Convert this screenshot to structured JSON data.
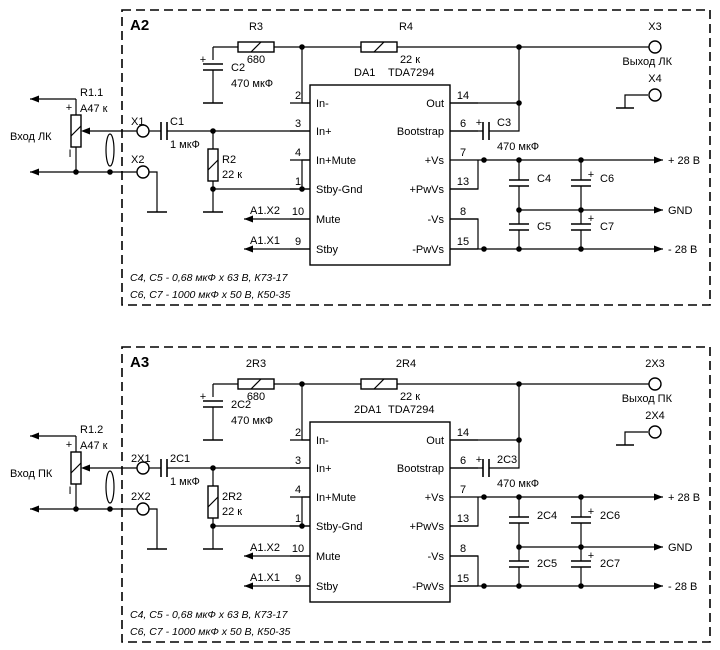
{
  "channels": [
    {
      "frame_label": "A2",
      "R3": "R3",
      "R3_val": "680",
      "R4": "R4",
      "R4_val": "22 к",
      "C2": "C2",
      "C2_val": "470 мкФ",
      "X3": "X3",
      "out_label": "Выход ЛК",
      "X4": "X4",
      "DA": "DA1",
      "chip": "TDA7294",
      "R1": "R1.1",
      "R1_val": "A47 к",
      "in_label": "Вход ЛК",
      "X1": "X1",
      "C1": "C1",
      "C1_val": "1 мкФ",
      "X2": "X2",
      "R2": "R2",
      "R2_val": "22 к",
      "C3": "C3",
      "C3_val": "470 мкФ",
      "C4": "C4",
      "C5": "C5",
      "C6": "C6",
      "C7": "C7",
      "mute_label": "A1.X2",
      "stby_label": "A1.X1",
      "note1": "C4, C5 - 0,68 мкФ x 63 В, К73-17",
      "note2": "C6, C7 - 1000 мкФ x 50 В, К50-35"
    },
    {
      "frame_label": "A3",
      "R3": "2R3",
      "R3_val": "680",
      "R4": "2R4",
      "R4_val": "22 к",
      "C2": "2C2",
      "C2_val": "470 мкФ",
      "X3": "2X3",
      "out_label": "Выход ПК",
      "X4": "2X4",
      "DA": "2DA1",
      "chip": "TDA7294",
      "R1": "R1.2",
      "R1_val": "A47 к",
      "in_label": "Вход ПК",
      "X1": "2X1",
      "C1": "2C1",
      "C1_val": "1 мкФ",
      "X2": "2X2",
      "R2": "2R2",
      "R2_val": "22 к",
      "C3": "2C3",
      "C3_val": "470 мкФ",
      "C4": "2C4",
      "C5": "2C5",
      "C6": "2C6",
      "C7": "2C7",
      "mute_label": "A1.X2",
      "stby_label": "A1.X1",
      "note1": "C4, C5 - 0,68 мкФ x 63 В, К73-17",
      "note2": "C6, C7 - 1000 мкФ x 50 В, К50-35"
    }
  ],
  "pins_left": [
    {
      "num": "2",
      "name": "In-"
    },
    {
      "num": "3",
      "name": "In+"
    },
    {
      "num": "4",
      "name": "In+Mute"
    },
    {
      "num": "1",
      "name": "Stby-Gnd"
    },
    {
      "num": "10",
      "name": "Mute"
    },
    {
      "num": "9",
      "name": "Stby"
    }
  ],
  "pins_right": [
    {
      "num": "14",
      "name": "Out"
    },
    {
      "num": "6",
      "name": "Bootstrap"
    },
    {
      "num": "7",
      "name": "+Vs"
    },
    {
      "num": "13",
      "name": "+PwVs"
    },
    {
      "num": "8",
      "name": "-Vs"
    },
    {
      "num": "15",
      "name": "-PwVs"
    }
  ],
  "rails": {
    "pos": "+ 28 В",
    "gnd": "GND",
    "neg": "- 28 В"
  },
  "plus_sign": "+",
  "wiper_mark": "I"
}
